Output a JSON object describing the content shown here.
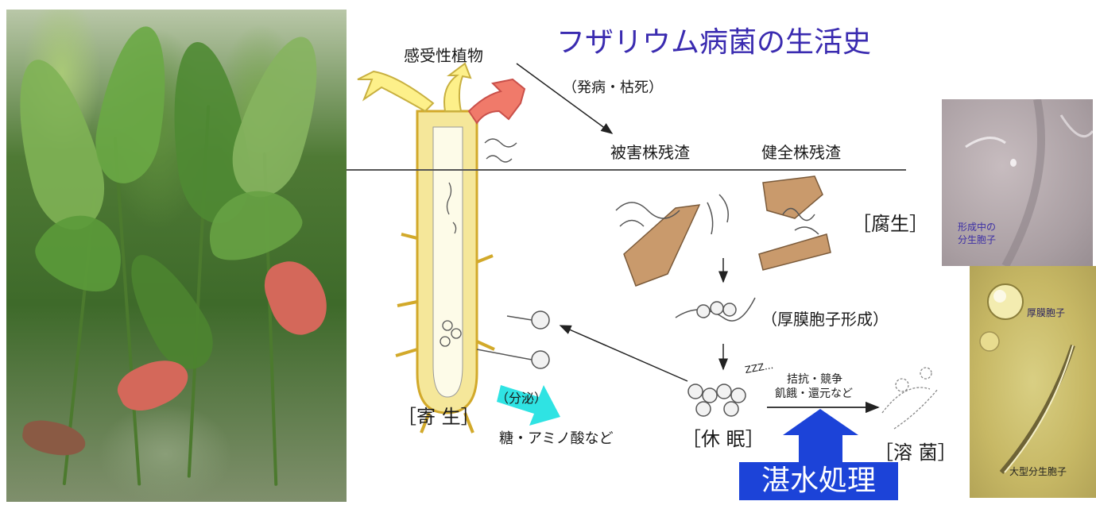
{
  "title": "フザリウム病菌の生活史",
  "labels": {
    "susceptible_plant": "感受性植物",
    "disease_death": "（発病・枯死）",
    "damaged_residue": "被害株残渣",
    "healthy_residue": "健全株残渣",
    "saprophytic": "［腐生］",
    "chlamydospore_formation": "（厚膜胞子形成）",
    "parasitic": "［寄 生］",
    "secretion": "（分泌）",
    "sugar_amino": "糖・アミノ酸など",
    "dormancy": "［休 眠］",
    "antagonism_line1": "拮抗・競争",
    "antagonism_line2": "飢餓・還元など",
    "lysis": "［溶 菌］",
    "zzz": "ZZZ..."
  },
  "treatment_box": "湛水処理",
  "micrograph_captions": {
    "forming_conidia_line1": "形成中の",
    "forming_conidia_line2": "分生胞子",
    "chlamydospore": "厚膜胞子",
    "macroconidia": "大型分生胞子"
  },
  "colors": {
    "title": "#3a2bb0",
    "treatment_box": "#1c43d8",
    "secretion_arrow": "#2fe3e3",
    "root_fill": "#f5e79a",
    "diseased_shoot": "#f07a6a"
  }
}
